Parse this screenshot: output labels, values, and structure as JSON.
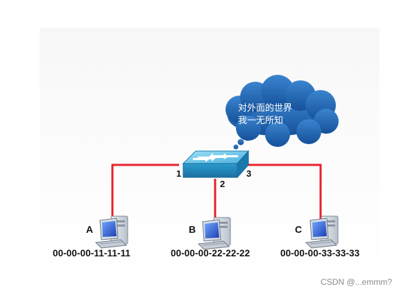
{
  "bubble": {
    "line1": "对外面的世界",
    "line2": "我一无所知"
  },
  "ports": {
    "p1": "1",
    "p2": "2",
    "p3": "3"
  },
  "hosts": [
    {
      "label": "A",
      "mac": "00-00-00-11-11-11"
    },
    {
      "label": "B",
      "mac": "00-00-00-22-22-22"
    },
    {
      "label": "C",
      "mac": "00-00-00-33-33-33"
    }
  ],
  "watermark": "CSDN @...emmm?",
  "colors": {
    "link": "#e8202a",
    "cloud": "#1d5fa8",
    "switch_top": "#6fc7ea",
    "switch_side": "#2a8fc2"
  }
}
